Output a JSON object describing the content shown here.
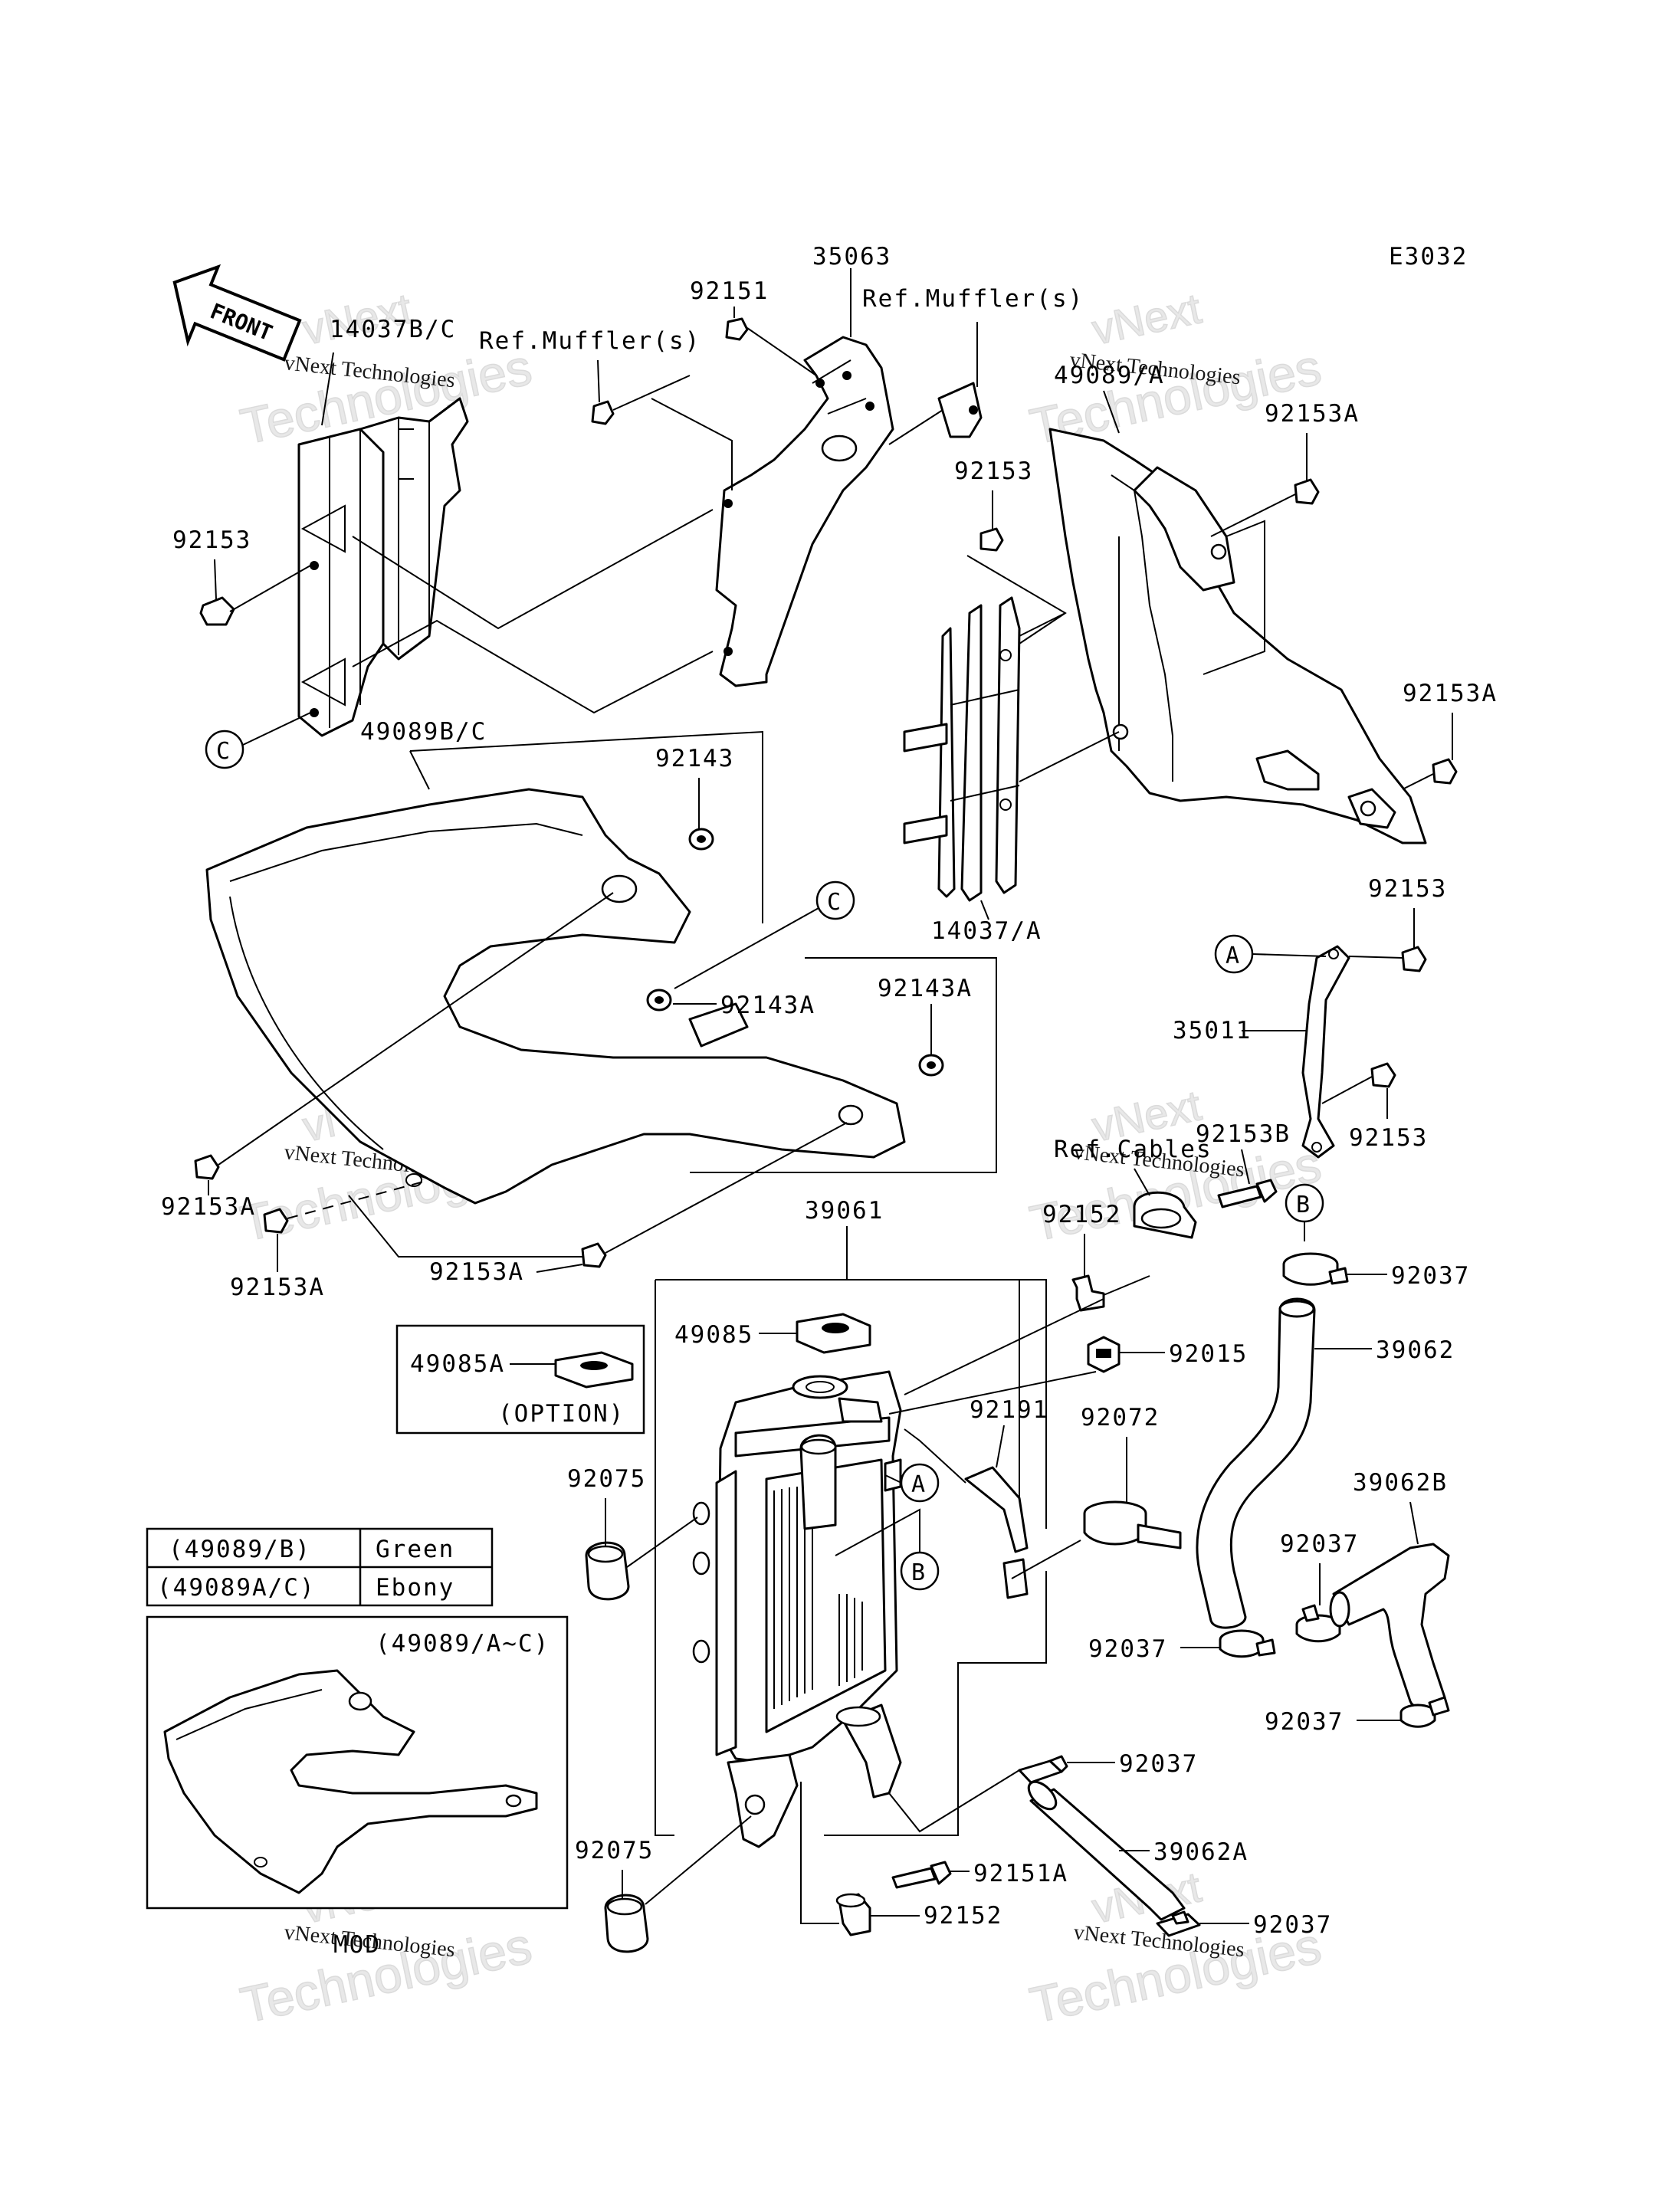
{
  "diagram_code": "E3032",
  "front_arrow": {
    "text": "FRONT",
    "icon": "front-arrow-icon"
  },
  "watermark": {
    "line1": "vNext",
    "line2": "Technologies",
    "small": "vNext Technologies"
  },
  "refs": {
    "muffler_a": "Ref.Muffler(s)",
    "muffler_b": "Ref.Muffler(s)",
    "cables": "Ref.Cables"
  },
  "callouts": {
    "a": "A",
    "b": "B",
    "c": "C"
  },
  "option_box": {
    "part": "49085A",
    "note": "(OPTION)"
  },
  "mod_box": {
    "caption": "(49089/A~C)",
    "tag": "MOD"
  },
  "color_table": {
    "rows": [
      {
        "code": "(49089/B)",
        "color": "Green"
      },
      {
        "code": "(49089A/C)",
        "color": "Ebony"
      }
    ]
  },
  "labels": {
    "p14037bc": "14037B/C",
    "p92151": "92151",
    "p35063": "35063",
    "p49089a": "49089/A",
    "p92153a_1": "92153A",
    "p92153_1": "92153",
    "p92153_2": "92153",
    "p92153a_2": "92153A",
    "p49089bc": "49089B/C",
    "p92143": "92143",
    "p14037a": "14037/A",
    "p92153_3": "92153",
    "p35011": "35011",
    "p92143a_1": "92143A",
    "p92143a_2": "92143A",
    "p92153b": "92153B",
    "p92153_4": "92153",
    "p92153a_3": "92153A",
    "p92153a_4": "92153A",
    "p92153a_5": "92153A",
    "p39061": "39061",
    "p92152_1": "92152",
    "p92037_1": "92037",
    "p49085": "49085",
    "p92015": "92015",
    "p39062": "39062",
    "p92191": "92191",
    "p92072": "92072",
    "p92075_1": "92075",
    "p39062b": "39062B",
    "p92037_2": "92037",
    "p92037_3": "92037",
    "p92037_4": "92037",
    "p92037_5": "92037",
    "p39062a": "39062A",
    "p92075_2": "92075",
    "p92151a": "92151A",
    "p92152_2": "92152",
    "p92037_6": "92037"
  }
}
